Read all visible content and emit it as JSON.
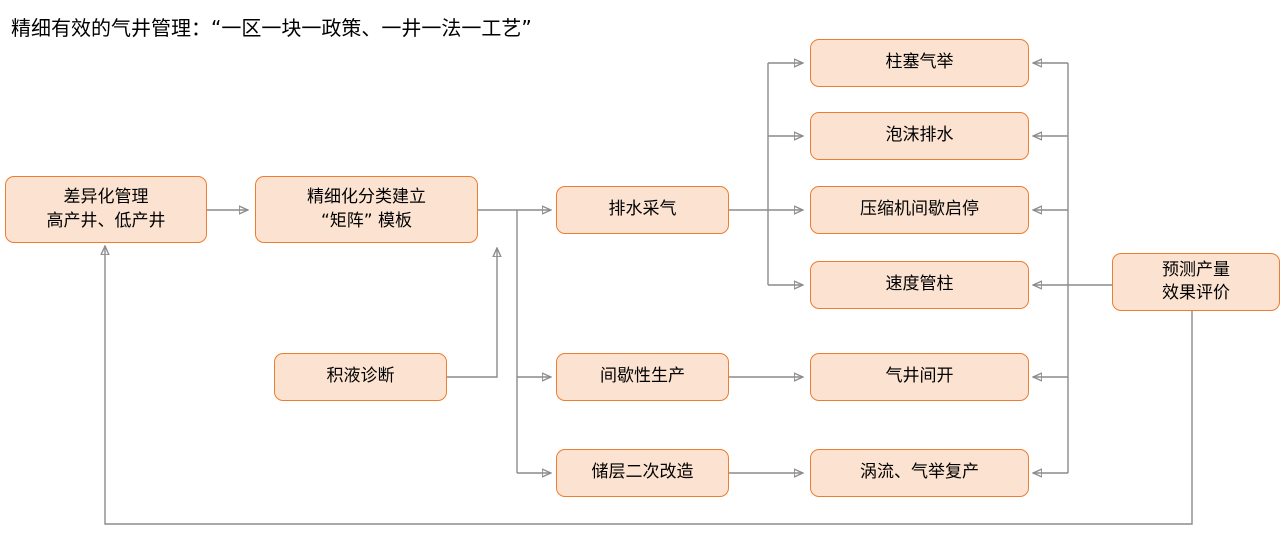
{
  "title": "精细有效的气井管理：“一区一块一政策、一井一法一工艺”",
  "colors": {
    "node_fill": "#fce3d1",
    "node_border": "#ed7d31",
    "connector": "#8c8c8c",
    "text": "#000000",
    "background": "#ffffff"
  },
  "nodes": {
    "differentiated_management": {
      "line1": "差异化管理",
      "line2": "高产井、低产井"
    },
    "refined_classification": {
      "line1": "精细化分类建立",
      "line2": "“矩阵” 模板"
    },
    "liquid_loading_diagnosis": {
      "line1": "积液诊断"
    },
    "dewatering_gas_production": {
      "line1": "排水采气"
    },
    "intermittent_production": {
      "line1": "间歇性生产"
    },
    "reservoir_restimulation": {
      "line1": "储层二次改造"
    },
    "plunger_lift": {
      "line1": "柱塞气举"
    },
    "foam_drainage": {
      "line1": "泡沫排水"
    },
    "compressor_intermittent": {
      "line1": "压缩机间歇启停"
    },
    "velocity_string": {
      "line1": "速度管柱"
    },
    "gas_well_intermittent_open": {
      "line1": "气井间开"
    },
    "vortex_gaslift_restart": {
      "line1": "涡流、气举复产"
    },
    "forecast_evaluation": {
      "line1": "预测产量",
      "line2": "效果评价"
    }
  },
  "diagram": {
    "type": "flowchart",
    "edges": [
      {
        "from": "differentiated_management",
        "to": "refined_classification"
      },
      {
        "from": "refined_classification",
        "to": "dewatering_gas_production"
      },
      {
        "from": "refined_classification",
        "to": "intermittent_production"
      },
      {
        "from": "refined_classification",
        "to": "reservoir_restimulation"
      },
      {
        "from": "liquid_loading_diagnosis",
        "to": "refined_classification"
      },
      {
        "from": "dewatering_gas_production",
        "to": "plunger_lift"
      },
      {
        "from": "dewatering_gas_production",
        "to": "foam_drainage"
      },
      {
        "from": "dewatering_gas_production",
        "to": "compressor_intermittent"
      },
      {
        "from": "dewatering_gas_production",
        "to": "velocity_string"
      },
      {
        "from": "intermittent_production",
        "to": "gas_well_intermittent_open"
      },
      {
        "from": "reservoir_restimulation",
        "to": "vortex_gaslift_restart"
      },
      {
        "from": "forecast_evaluation",
        "to": "plunger_lift"
      },
      {
        "from": "forecast_evaluation",
        "to": "foam_drainage"
      },
      {
        "from": "forecast_evaluation",
        "to": "compressor_intermittent"
      },
      {
        "from": "forecast_evaluation",
        "to": "velocity_string"
      },
      {
        "from": "forecast_evaluation",
        "to": "gas_well_intermittent_open"
      },
      {
        "from": "forecast_evaluation",
        "to": "vortex_gaslift_restart"
      },
      {
        "from": "forecast_evaluation",
        "to": "differentiated_management"
      }
    ]
  }
}
